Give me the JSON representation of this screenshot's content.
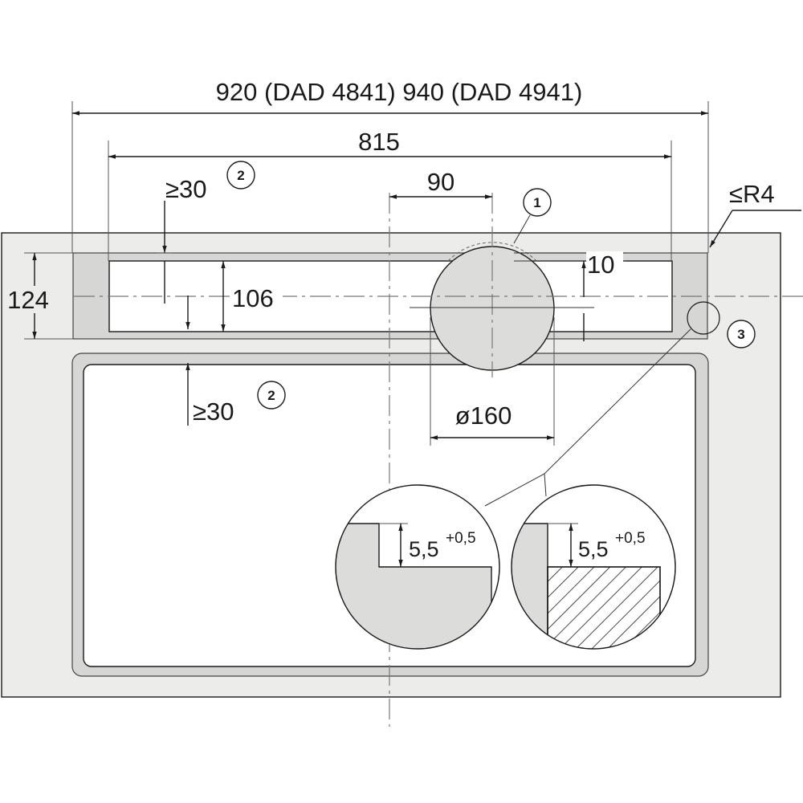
{
  "dimensions": {
    "overall_width": "920 (DAD 4841) 940 (DAD 4941)",
    "inner_width": "815",
    "offset": "90",
    "clearance_top": "≥30",
    "clearance_bottom": "≥30",
    "total_height": "124",
    "cutout_height": "106",
    "edge_gap": "10",
    "radius": "≤R4",
    "duct_diameter": "ø160",
    "rebate_left": "5,5",
    "rebate_left_tol": "+0,5",
    "rebate_right": "5,5",
    "rebate_right_tol": "+0,5"
  },
  "callouts": {
    "duct_position": "1",
    "clearance_top_ref": "2",
    "clearance_bottom_ref": "2",
    "corner_detail": "3"
  },
  "colors": {
    "worktop": "#ececeb",
    "appliance_frame": "#d6d6d5",
    "duct_fill": "#dcdcdb",
    "line": "#1a1a1a"
  }
}
